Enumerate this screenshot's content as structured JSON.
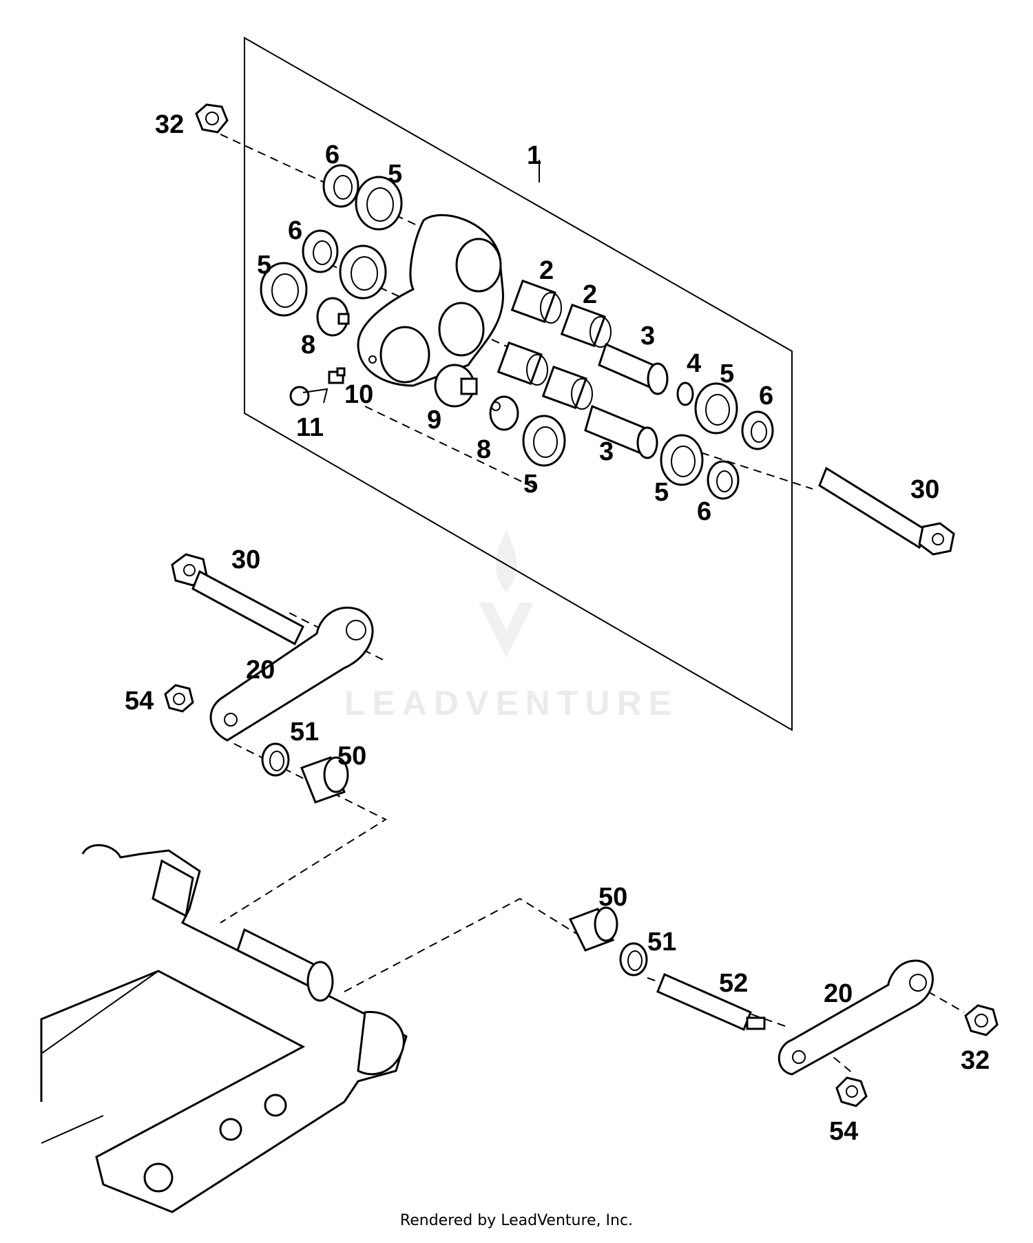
{
  "callouts": {
    "c1": "1",
    "c2a": "2",
    "c2b": "2",
    "c3a": "3",
    "c3b": "3",
    "c4": "4",
    "c5a": "5",
    "c5b": "5",
    "c5c": "5",
    "c5d": "5",
    "c5e": "5",
    "c6a": "6",
    "c6b": "6",
    "c6c": "6",
    "c6d": "6",
    "c8a": "8",
    "c8b": "8",
    "c9": "9",
    "c10": "10",
    "c11": "11",
    "c30a": "30",
    "c30b": "30",
    "c32a": "32",
    "c32b": "32",
    "c20a": "20",
    "c20b": "20",
    "c50a": "50",
    "c50b": "50",
    "c51a": "51",
    "c51b": "51",
    "c52": "52",
    "c54a": "54",
    "c54b": "54"
  },
  "watermark": {
    "text": "LEADVENTURE"
  },
  "footer": {
    "text": "Rendered by LeadVenture, Inc."
  }
}
